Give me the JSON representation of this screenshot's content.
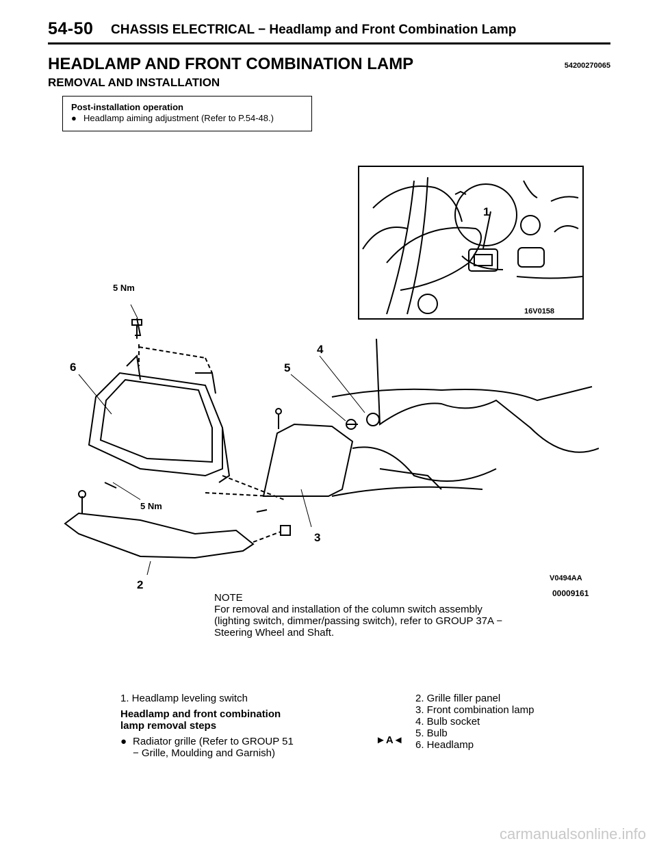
{
  "header": {
    "page_number": "54-50",
    "title": "CHASSIS ELECTRICAL − Headlamp and Front Combination Lamp"
  },
  "main_title": "HEADLAMP AND FRONT COMBINATION LAMP",
  "section_code": "54200270065",
  "subtitle": "REMOVAL AND INSTALLATION",
  "post_install": {
    "heading": "Post-installation operation",
    "item": "Headlamp aiming adjustment (Refer to P.54-48.)"
  },
  "diagram": {
    "callouts": {
      "c1": "1",
      "c2": "2",
      "c3": "3",
      "c4": "4",
      "c5": "5",
      "c6": "6"
    },
    "torque_top": "5 Nm",
    "torque_bottom": "5 Nm",
    "inset_code": "16V0158",
    "main_code": "V0494AA",
    "figure_id": "00009161"
  },
  "note": {
    "label": "NOTE",
    "text": "For removal and installation of the column switch assembly (lighting switch, dimmer/passing switch), refer to GROUP 37A − Steering Wheel and Shaft."
  },
  "steps": {
    "leveling_switch": "1. Headlamp leveling switch",
    "heading_line1": "Headlamp and front combination",
    "heading_line2": "lamp removal steps",
    "radiator_line1": "Radiator grille (Refer to GROUP 51",
    "radiator_line2": "− Grille, Moulding and Garnish)",
    "right_items": [
      "2. Grille filler panel",
      "3. Front combination lamp",
      "4. Bulb socket",
      "5. Bulb",
      "6. Headlamp"
    ],
    "ref_mark": "►A◄"
  },
  "watermark": "carmanualsonline.info"
}
